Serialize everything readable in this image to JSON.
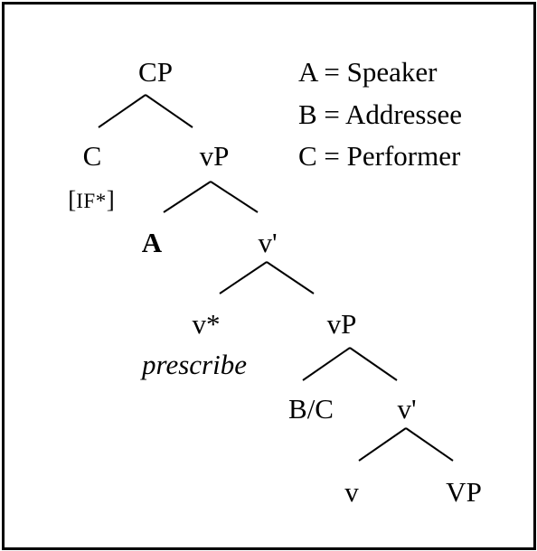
{
  "tree": {
    "root": "CP",
    "c_head": "C",
    "c_feature_open": "[",
    "c_feature_text": "IF*",
    "c_feature_close": "]",
    "vp_upper": "vP",
    "specifier_a": "A",
    "v_bar_upper": "v'",
    "v_star": "v*",
    "v_star_gloss": "prescribe",
    "vp_lower": "vP",
    "specifier_bc": "B/C",
    "v_bar_lower": "v'",
    "v_head": "v",
    "vp_complement": "VP"
  },
  "legend": [
    {
      "text": "A = Speaker"
    },
    {
      "text": "B = Addressee"
    },
    {
      "text": "C = Performer"
    }
  ]
}
